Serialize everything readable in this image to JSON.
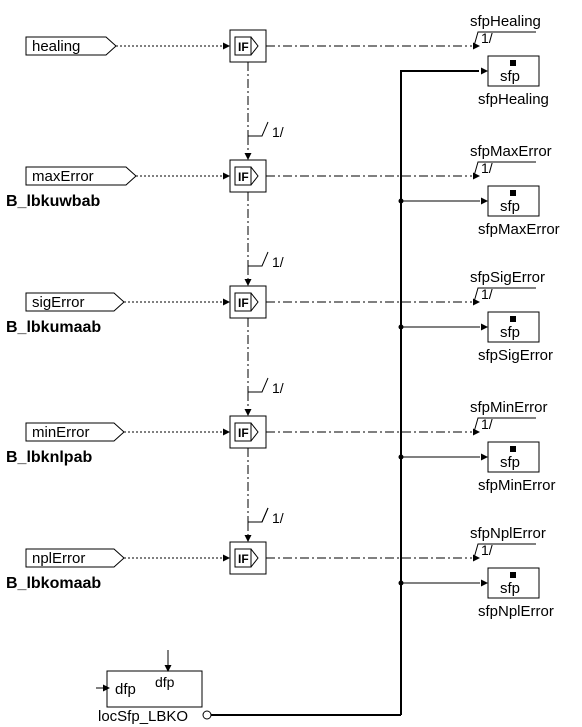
{
  "rows": [
    {
      "input": "healing",
      "bname": "",
      "out_label": "sfpHealing",
      "cast_out": "1/",
      "sfp_caption": "sfpHealing",
      "cast_down": "1/"
    },
    {
      "input": "maxError",
      "bname": "B_lbkuwbab",
      "out_label": "sfpMaxError",
      "cast_out": "1/",
      "sfp_caption": "sfpMaxError",
      "cast_down": "1/"
    },
    {
      "input": "sigError",
      "bname": "B_lbkumaab",
      "out_label": "sfpSigError",
      "cast_out": "1/",
      "sfp_caption": "sfpSigError",
      "cast_down": "1/"
    },
    {
      "input": "minError",
      "bname": "B_lbknlpab",
      "out_label": "sfpMinError",
      "cast_out": "1/",
      "sfp_caption": "sfpMinError",
      "cast_down": "1/"
    },
    {
      "input": "nplError",
      "bname": "B_lbkomaab",
      "out_label": "sfpNplError",
      "cast_out": "1/",
      "sfp_caption": "sfpNplError",
      "cast_down": ""
    }
  ],
  "if_symbol": "IF",
  "sfp_block_label": "sfp",
  "dfp_block": {
    "port_left": "dfp",
    "port_top": "dfp",
    "caption": "locSfp_LBKO"
  },
  "colors": {
    "line": "#000000",
    "background": "#ffffff"
  }
}
